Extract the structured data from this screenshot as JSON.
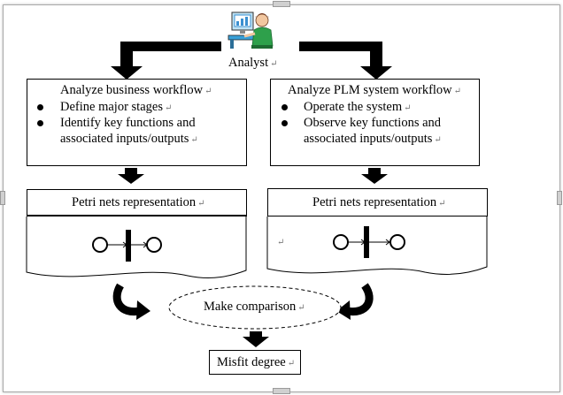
{
  "analyst": {
    "label": "Analyst"
  },
  "left_box": {
    "title": "Analyze business workflow",
    "bullets": [
      "Define major stages",
      "Identify key functions   and",
      "associated inputs/outputs"
    ]
  },
  "right_box": {
    "title": "Analyze PLM system workflow",
    "bullets": [
      "Operate the system",
      "Observe key functions    and",
      "associated inputs/outputs"
    ]
  },
  "left_petri": {
    "title": "Petri nets representation"
  },
  "right_petri": {
    "title": "Petri nets representation"
  },
  "comparison": {
    "label": "Make comparison"
  },
  "result": {
    "label": "Misfit degree"
  },
  "paragraph_mark": "↵",
  "colors": {
    "stroke": "#000000",
    "frame": "#a9a9a9",
    "para_mark": "#7a7a7a"
  }
}
